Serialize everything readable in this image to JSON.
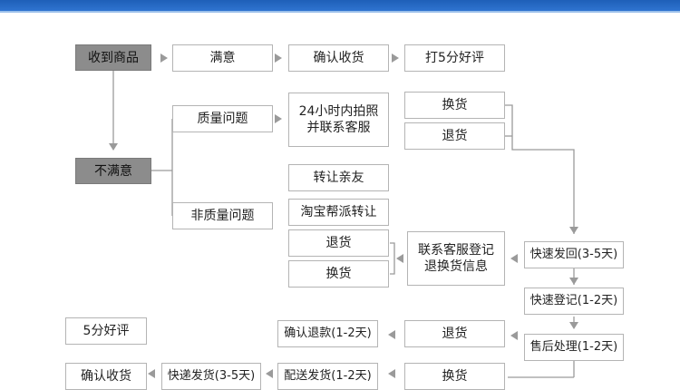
{
  "flow": {
    "receive": "收到商品",
    "satisfied": "满意",
    "confirm_receipt": "确认收货",
    "rate_5": "打5分好评",
    "unsatisfied": "不满意",
    "quality_issue": "质量问题",
    "photo_contact_line1": "24小时内拍照",
    "photo_contact_line2": "并联系客服",
    "exchange_a": "换货",
    "return_a": "退货",
    "non_quality": "非质量问题",
    "transfer_friend": "转让亲友",
    "taobao_resell": "淘宝帮派转让",
    "return_b": "退货",
    "exchange_b": "换货",
    "contact_register_line1": "联系客服登记",
    "contact_register_line2": "退换货信息",
    "express_return": "快速发回(3-5天)",
    "express_register": "快速登记(1-2天)",
    "after_sales": "售后处理(1-2天)",
    "return_c": "退货",
    "exchange_c": "换货",
    "confirm_refund": "确认退款(1-2天)",
    "ship_out": "配送发货(1-2天)",
    "express_ship": "快递发货(3-5天)",
    "confirm_receipt_b": "确认收货",
    "rate_5_b": "5分好评"
  }
}
